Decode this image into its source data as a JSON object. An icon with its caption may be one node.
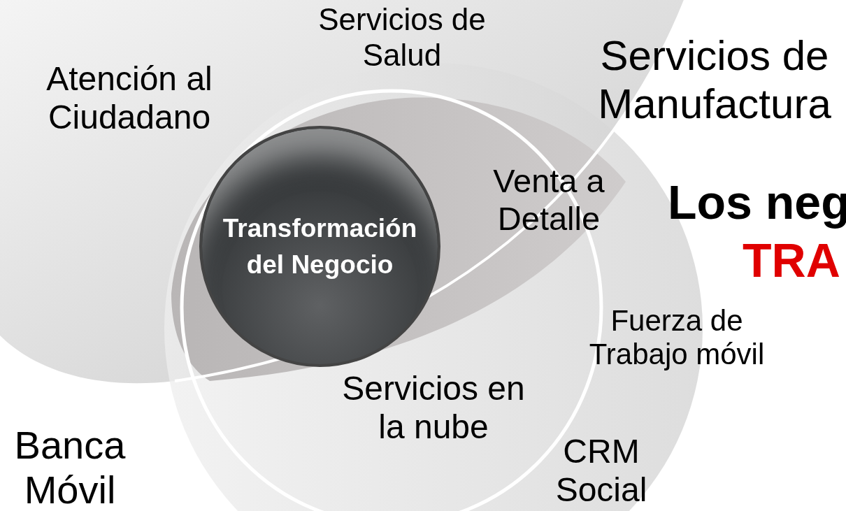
{
  "diagram": {
    "nodes": [
      {
        "text": [
          "Transformación del Negocio"
        ]
      }
    ],
    "labels": [
      "Servicios de Salud",
      "Servicios de Manufactura",
      "Atención al Ciudadano",
      "Venta a Detalle",
      "Los neg",
      "TRA",
      "Fuerza de Trabajo móvil",
      "Servicios en la nube",
      "Banca Móvil",
      "CRM Social"
    ]
  }
}
